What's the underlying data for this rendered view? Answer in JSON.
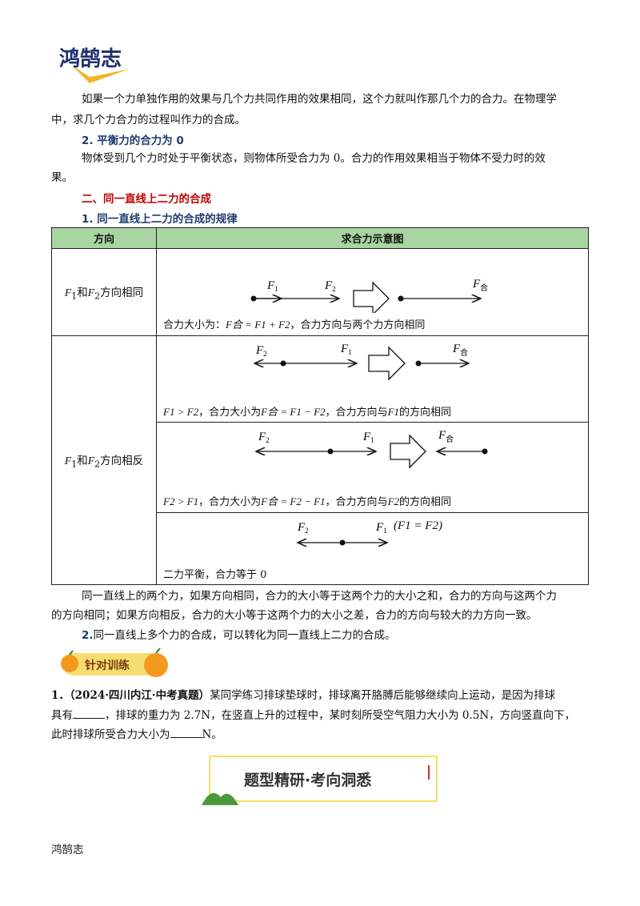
{
  "logo": {
    "text": "鸿鹄志"
  },
  "intro": {
    "line1": "如果一个力单独作用的效果与几个力共同作用的效果相同，这个力就叫作那几个力的合力。在物理学",
    "line2": "中，求几个力合力的过程叫作力的合成。"
  },
  "sec2": {
    "heading": "2. 平衡力的合力为 0",
    "line1": "物体受到几个力时处于平衡状态，则物体所受合力为 0。合力的作用效果相当于物体不受力时的效",
    "line2": "果。"
  },
  "part2_heading": "二、同一直线上二力的合成",
  "rule_heading": "1. 同一直线上二力的合成的规律",
  "table": {
    "col1": "方向",
    "col2": "求合力示意图",
    "row_same_label": "方向相同",
    "row_opp_label": "方向相反",
    "and": "和",
    "same_note_pre": "合力大小为：",
    "same_note_formula": "F合 = F1 + F2",
    "same_note_post": "，合力方向与两个力方向相同",
    "opp1_cond": "F1 > F2",
    "opp1_mid": "，合力大小为",
    "opp1_formula": "F合 = F1 − F2",
    "opp1_post_a": "，合力方向与",
    "opp1_post_force": "F1",
    "opp1_post_b": "的方向相同",
    "opp2_cond": "F2 > F1",
    "opp2_mid": "，合力大小为",
    "opp2_formula": "F合 = F2 − F1",
    "opp2_post_a": "，合力方向与",
    "opp2_post_force": "F2",
    "opp2_post_b": "的方向相同",
    "balance_note": "二力平衡，合力等于 0",
    "balance_eq": "(F1 = F2)"
  },
  "summary": {
    "line1": "同一直线上的两个力，如果方向相同，合力的大小等于这两个力的大小之和，合力的方向与这两个力",
    "line2": "的方向相同；如果方向相反，合力的大小等于这两个力的大小之差，合力的方向与较大的力方向一致。"
  },
  "rule2": {
    "num": "2.",
    "text": "同一直线上多个力的合成，可以转化为同一直线上二力的合成。"
  },
  "badge": "针对训练",
  "question": {
    "num": "1．",
    "source": "（2024·四川内江·中考真题）",
    "text_a": "某同学练习排球垫球时，排球离开胳膊后能够继续向上运动，是因为排球",
    "text_b": "具有",
    "text_c": "，排球的重力为 2.7N，在竖直上升的过程中，某时刻所受空气阻力大小为 0.5N，方向竖直向下，",
    "text_d": "此时排球所受合力大小为",
    "text_e": "N。"
  },
  "banner": "题型精研·考向洞悉",
  "footer": "鸿鹄志",
  "colors": {
    "header_green": "#a9d5a2",
    "navy": "#1f3b6e",
    "red": "#c00000",
    "badge_yellow": "#f6dd6f"
  }
}
